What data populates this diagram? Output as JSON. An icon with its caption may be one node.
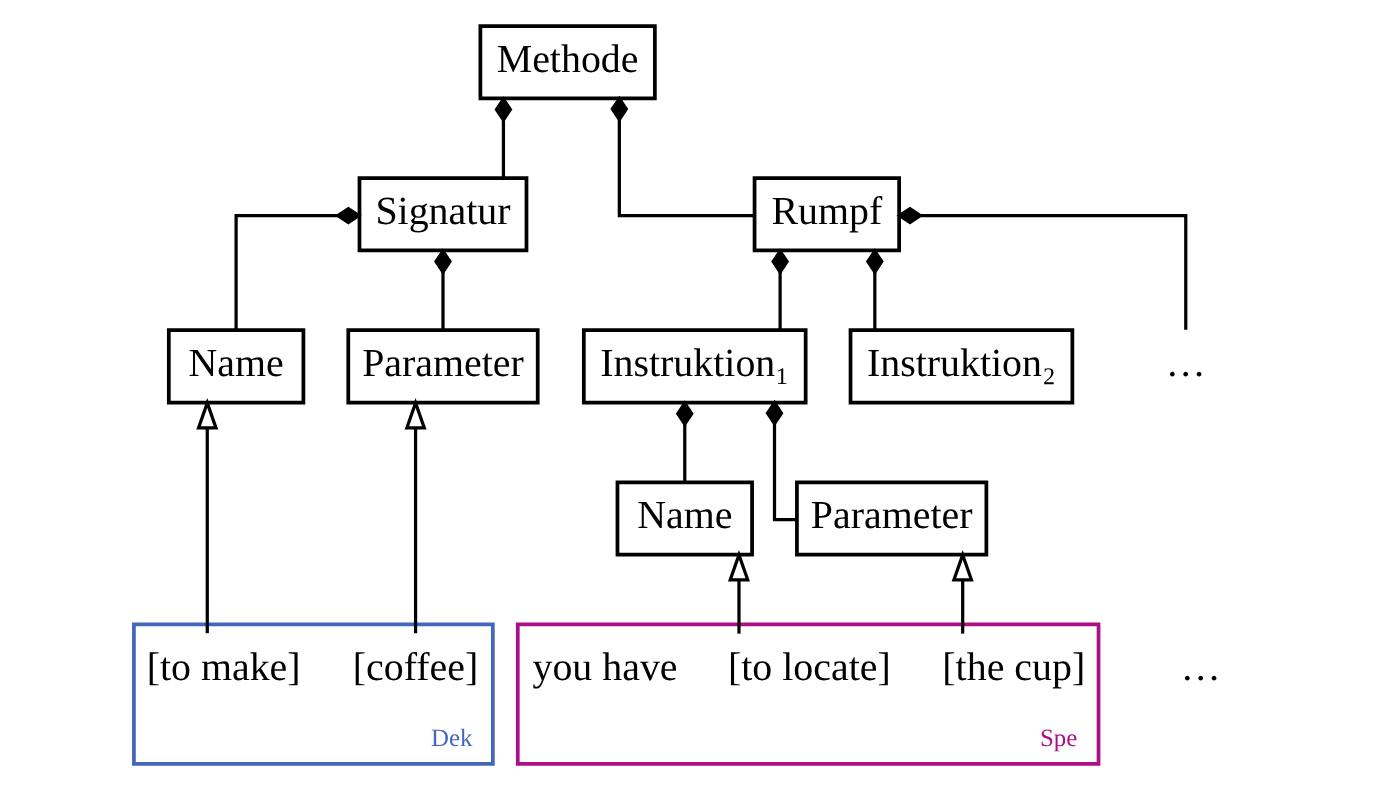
{
  "diagram": {
    "nodes": [
      {
        "text": [
          "Methode"
        ]
      },
      {
        "text": [
          "Signatur"
        ]
      },
      {
        "text": [
          "Rumpf"
        ]
      },
      {
        "text": [
          "Name"
        ]
      },
      {
        "text": [
          "Parameter"
        ]
      },
      {
        "text": [
          "Instruktion₁"
        ]
      },
      {
        "text": [
          "Instruktion₂"
        ]
      },
      {
        "text": [
          "…"
        ]
      },
      {
        "text": [
          "Name"
        ]
      },
      {
        "text": [
          "Parameter"
        ]
      },
      {
        "text": [
          "Dek"
        ]
      },
      {
        "text": [
          "[to make]"
        ],
        "in": 10
      },
      {
        "text": [
          "[coffee]"
        ],
        "in": 10
      },
      {
        "text": [
          "Spe"
        ]
      },
      {
        "text": [
          "you have"
        ],
        "in": 13
      },
      {
        "text": [
          "[to locate]"
        ],
        "in": 13
      },
      {
        "text": [
          "[the cup]"
        ],
        "in": 13
      }
    ],
    "edges": [
      {
        "from": 0,
        "to": 1,
        "arrow": "other"
      },
      {
        "from": 0,
        "to": 2,
        "arrow": "other"
      },
      {
        "from": 1,
        "to": 3,
        "arrow": "other"
      },
      {
        "from": 1,
        "to": 4,
        "arrow": "other"
      },
      {
        "from": 2,
        "to": 5,
        "arrow": "other"
      },
      {
        "from": 2,
        "to": 6,
        "arrow": "other"
      },
      {
        "from": 2,
        "to": 7,
        "arrow": "other"
      },
      {
        "from": 5,
        "to": 8,
        "arrow": "other"
      },
      {
        "from": 5,
        "to": 9,
        "arrow": "other"
      },
      {
        "from": 11,
        "to": 3,
        "arrow": "to"
      },
      {
        "from": 12,
        "to": 4,
        "arrow": "to"
      },
      {
        "from": 15,
        "to": 8,
        "arrow": "to"
      },
      {
        "from": 16,
        "to": 9,
        "arrow": "to"
      }
    ],
    "labels": [
      "…"
    ]
  }
}
